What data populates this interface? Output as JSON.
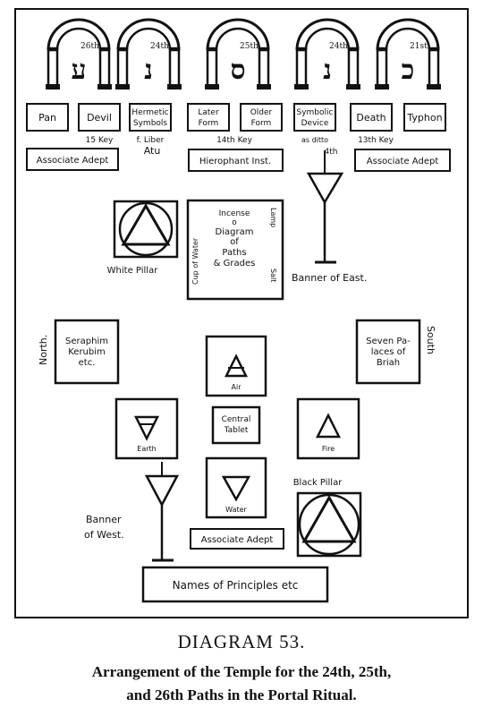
{
  "arches": [
    {
      "number": "26th",
      "letter": "ע"
    },
    {
      "number": "24th",
      "letter": "נ"
    },
    {
      "number": "25th",
      "letter": "ס"
    },
    {
      "number": "24th",
      "letter": "נ"
    },
    {
      "number": "21st",
      "letter": "כ"
    }
  ],
  "top_boxes": [
    "Pan",
    "Devil",
    [
      "Hermetic",
      "Symbols"
    ],
    [
      "Later",
      "Form"
    ],
    [
      "Older",
      "Form"
    ],
    [
      "Symbolic",
      "Device"
    ],
    "Death",
    "Typhon"
  ],
  "key_notes": [
    "15 Key",
    "f. Liber",
    "Atu",
    "14th Key",
    "as ditto",
    "4th",
    "13th Key"
  ],
  "officer_boxes": [
    "Associate Adept",
    "Hierophant Inst.",
    "Associate Adept",
    "Associate Adept"
  ],
  "altar": {
    "lines": [
      "Incense",
      "o",
      "Diagram",
      "of",
      "Paths",
      "& Grades"
    ],
    "side_left": "Cup of Water",
    "side_right_top": "Lamp",
    "side_right_bottom": "Salt"
  },
  "north_box": [
    "Seraphim",
    "Kerubim",
    "etc."
  ],
  "south_box": [
    "Seven Pa-",
    "laces of",
    "Briah"
  ],
  "elements": [
    "Air",
    "Earth",
    "Fire",
    "Water"
  ],
  "central_tablet": [
    "Central",
    "Tablet"
  ],
  "principles_box": "Names of Principles etc",
  "labels": {
    "banner_east": "Banner of East.",
    "white_pillar": "White Pillar",
    "north": "North.",
    "south": "South",
    "banner_west": [
      "Banner",
      "of West."
    ],
    "black_pillar": "Black Pillar"
  },
  "caption": {
    "title": "DIAGRAM 53.",
    "lines": [
      "Arrangement of the Temple for the 24th, 25th,",
      "and 26th Paths in the Portal Ritual."
    ]
  },
  "colors": {
    "ink": "#111111",
    "paper": "#ffffff"
  }
}
